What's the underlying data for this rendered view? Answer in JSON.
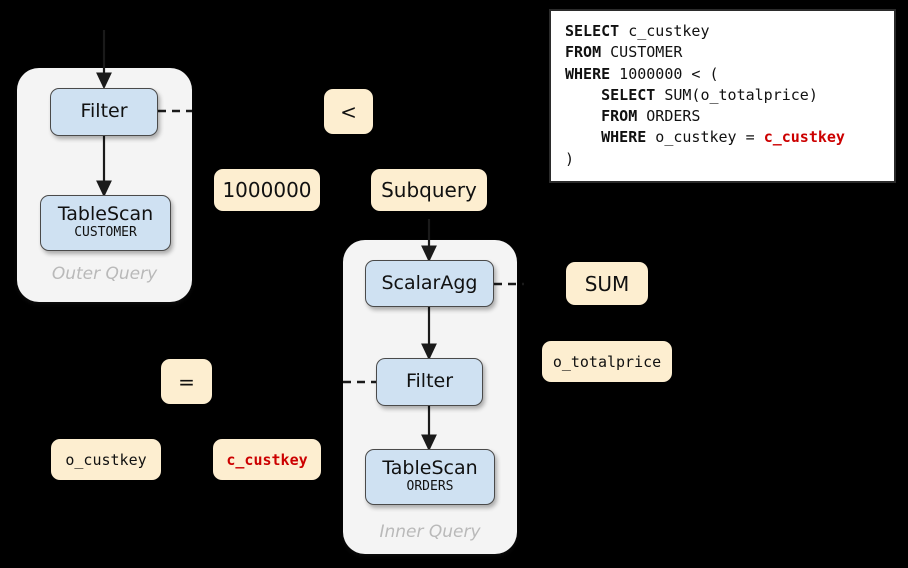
{
  "diagram": {
    "title": "Correlated scalar subquery query plan",
    "background": "#000000",
    "colors": {
      "operator_fill": "#cfe1f2",
      "operator_border": "#4a4a4a",
      "expression_fill": "#fdeed0",
      "group_panel_fill": "#f4f4f4",
      "group_label": "#b9b9b9",
      "highlight_red": "#cc0000",
      "sql_panel_bg": "#ffffff",
      "sql_panel_border": "#2b2b2b"
    },
    "groups": [
      {
        "id": "outer",
        "label": "Outer Query"
      },
      {
        "id": "inner",
        "label": "Inner Query"
      }
    ],
    "operators": [
      {
        "id": "outer-filter",
        "title": "Filter",
        "subtitle": ""
      },
      {
        "id": "outer-tablescan",
        "title": "TableScan",
        "subtitle": "CUSTOMER"
      },
      {
        "id": "inner-scalaragg",
        "title": "ScalarAgg",
        "subtitle": ""
      },
      {
        "id": "inner-filter",
        "title": "Filter",
        "subtitle": ""
      },
      {
        "id": "inner-tablescan",
        "title": "TableScan",
        "subtitle": "ORDERS"
      }
    ],
    "expressions": [
      {
        "id": "lt-op",
        "text": "<",
        "style": "sans"
      },
      {
        "id": "literal",
        "text": "1000000",
        "style": "sans"
      },
      {
        "id": "subquery",
        "text": "Subquery",
        "style": "sans"
      },
      {
        "id": "sum-agg",
        "text": "SUM",
        "style": "sans"
      },
      {
        "id": "o-totalprice",
        "text": "o_totalprice",
        "style": "mono"
      },
      {
        "id": "eq-op",
        "text": "=",
        "style": "sans"
      },
      {
        "id": "o-custkey",
        "text": "o_custkey",
        "style": "mono"
      },
      {
        "id": "c-custkey",
        "text": "c_custkey",
        "style": "mono-red"
      }
    ]
  },
  "sql": {
    "lines": [
      [
        {
          "t": "SELECT",
          "k": true
        },
        {
          "t": " c_custkey",
          "k": false
        }
      ],
      [
        {
          "t": "FROM",
          "k": true
        },
        {
          "t": " CUSTOMER",
          "k": false
        }
      ],
      [
        {
          "t": "WHERE",
          "k": true
        },
        {
          "t": " 1000000 < (",
          "k": false
        }
      ],
      [
        {
          "t": "    ",
          "k": false
        },
        {
          "t": "SELECT",
          "k": true
        },
        {
          "t": " SUM(o_totalprice)",
          "k": false
        }
      ],
      [
        {
          "t": "    ",
          "k": false
        },
        {
          "t": "FROM",
          "k": true
        },
        {
          "t": " ORDERS",
          "k": false
        }
      ],
      [
        {
          "t": "    ",
          "k": false
        },
        {
          "t": "WHERE",
          "k": true
        },
        {
          "t": " o_custkey = ",
          "k": false
        },
        {
          "t": "c_custkey",
          "k": false,
          "hl": true
        }
      ],
      [
        {
          "t": ")",
          "k": false
        }
      ]
    ]
  }
}
